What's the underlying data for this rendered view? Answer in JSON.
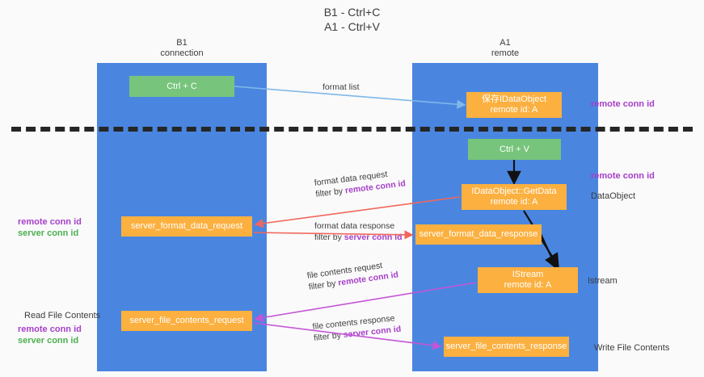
{
  "title": "B1 - Ctrl+C\nA1 - Ctrl+V",
  "lanes": {
    "b1": {
      "head": "B1\nconnection"
    },
    "a1": {
      "head": "A1\nremote"
    }
  },
  "nodes": {
    "ctrl_c": {
      "line1": "Ctrl + C",
      "line2": ""
    },
    "ctrl_v": {
      "line1": "Ctrl + V",
      "line2": ""
    },
    "save_dataobject": {
      "line1": "保存IDataObject",
      "line2": "remote id: A"
    },
    "getdata": {
      "line1": "IDataObject::GetData",
      "line2": "remote id: A"
    },
    "istream": {
      "line1": "IStream",
      "line2": "remote id: A"
    },
    "server_format_data_request": {
      "line1": "server_format_data_request",
      "line2": ""
    },
    "server_format_data_response": {
      "line1": "server_format_data_response",
      "line2": ""
    },
    "server_file_contents_request": {
      "line1": "server_file_contents_request",
      "line2": ""
    },
    "server_file_contents_response": {
      "line1": "server_file_contents_response",
      "line2": ""
    }
  },
  "edges": {
    "format_list": {
      "label": "format list"
    },
    "format_data_request": {
      "label": "format data request",
      "filter_prefix": "filter by ",
      "filter_key": "remote conn id"
    },
    "format_data_response": {
      "label": "format data response",
      "filter_prefix": "filter by ",
      "filter_key": "server conn id"
    },
    "file_contents_request": {
      "label": "file contents request",
      "filter_prefix": "filter by ",
      "filter_key": "remote conn id"
    },
    "file_contents_response": {
      "label": "file contents response",
      "filter_prefix": "filter by ",
      "filter_key": "server conn id"
    }
  },
  "annotations": {
    "remote_conn_id_top": "remote conn id",
    "remote_conn_id_mid": "remote conn id",
    "dataobject": "DataObject",
    "istream": "Istream",
    "write_file_contents": "Write File Contents",
    "read_file_contents": "Read File Contents",
    "left_remote_conn_id_mid": "remote conn id",
    "left_server_conn_id_mid": "server conn id",
    "left_remote_conn_id_bot": "remote conn id",
    "left_server_conn_id_bot": "server conn id"
  },
  "colors": {
    "lane": "#4a86e0",
    "green_node": "#77c47c",
    "orange_node": "#fbb03f",
    "purple_text": "#a63fc9",
    "green_text": "#4caf50",
    "blue_arrow": "#7fb8e8",
    "red_arrow": "#f1675c",
    "magenta_arrow": "#c455d6",
    "black_arrow": "#111111"
  }
}
